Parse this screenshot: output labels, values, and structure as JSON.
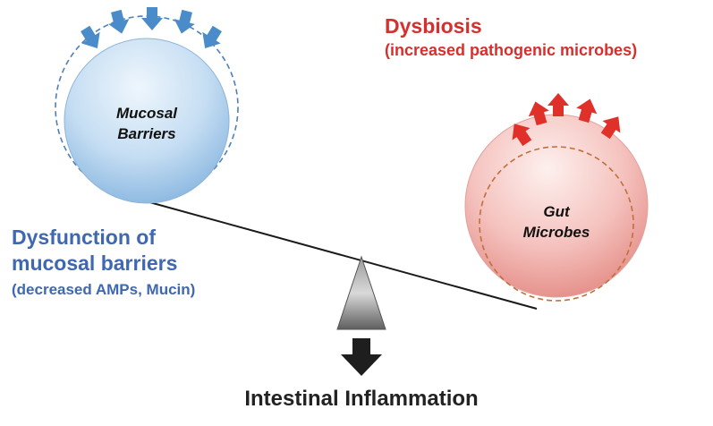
{
  "colors": {
    "blue_text": "#3f68b0",
    "red_text": "#d5302e",
    "blue_arrow": "#4a8cc9",
    "red_arrow": "#e0302a",
    "blue_circle_light": "#e9f3fb",
    "blue_circle_dark": "#8ab9e2",
    "red_circle_light": "#fbe6e4",
    "red_circle_dark": "#e7928c",
    "dashed_blue": "#4f7fb8",
    "dashed_red": "#c0703a",
    "beam": "#1a1a1a",
    "fulcrum_light": "#e0e0e0",
    "fulcrum_dark": "#6e6e6e",
    "down_arrow": "#1e1e1e"
  },
  "left": {
    "circle_label_line1": "Mucosal",
    "circle_label_line2": "Barriers",
    "heading_line1": "Dysfunction of",
    "heading_line2": "mucosal barriers",
    "subheading": "(decreased AMPs, Mucin)",
    "arrow_direction": "inward",
    "arrow_count": 5
  },
  "right": {
    "heading": "Dysbiosis",
    "subheading": "(increased pathogenic microbes)",
    "circle_label_line1": "Gut",
    "circle_label_line2": "Microbes",
    "arrow_direction": "outward",
    "arrow_count": 5
  },
  "outcome": {
    "label": "Intestinal Inflammation"
  }
}
